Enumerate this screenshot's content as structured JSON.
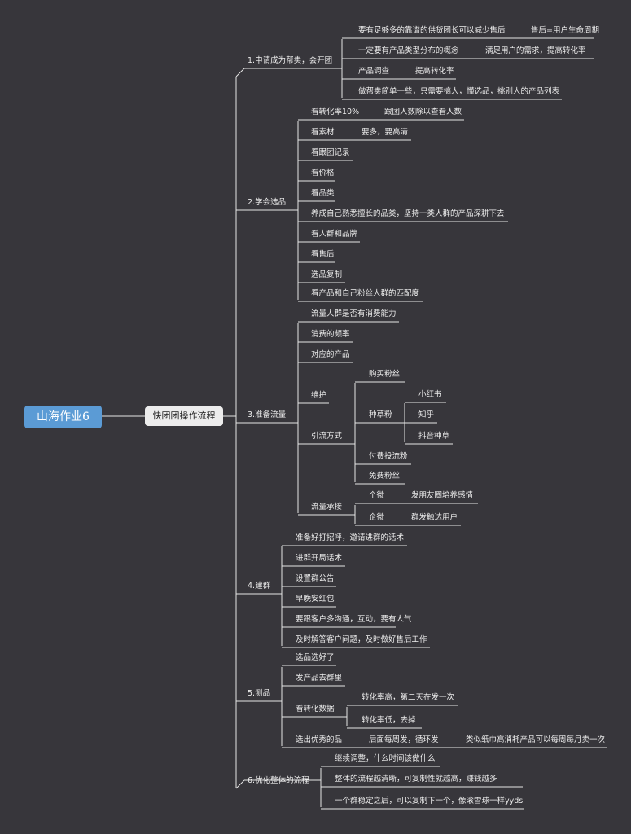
{
  "root": "山海作业6",
  "main": "快团团操作流程",
  "b1": {
    "label": "1.申请成为帮卖，会开团",
    "c1": "要有足够多的靠谱的供货团长可以减少售后",
    "c1a": "售后=用户生命周期",
    "c2": "一定要有产品类型分布的概念",
    "c2a": "满足用户的需求，提高转化率",
    "c3": "产品调查",
    "c3a": "提高转化率",
    "c4": "做帮卖简单一些，只需要搞人，懂选品，挑别人的产品列表"
  },
  "b2": {
    "label": "2.学会选品",
    "c1": "看转化率10%",
    "c1a": "跟团人数除以查看人数",
    "c2": "看素材",
    "c2a": "要多，要高清",
    "c3": "看跟团记录",
    "c4": "看价格",
    "c5": "看品类",
    "c6": "养成自己熟悉擅长的品类，坚持一类人群的产品深耕下去",
    "c7": "看人群和品牌",
    "c8": "看售后",
    "c9": "选品复制",
    "c10": "看产品和自己粉丝人群的匹配度"
  },
  "b3": {
    "label": "3.准备流量",
    "c1": "流量人群是否有消费能力",
    "c2": "消费的频率",
    "c3": "对应的产品",
    "c4": "维护",
    "c5": "引流方式",
    "c5a": "购买粉丝",
    "c5b": "种草粉",
    "c5b1": "小红书",
    "c5b2": "知乎",
    "c5b3": "抖音种草",
    "c5c": "付费投流粉",
    "c5d": "免费粉丝",
    "c6": "流量承接",
    "c6a": "个微",
    "c6a1": "发朋友圈培养感情",
    "c6b": "企微",
    "c6b1": "群发触达用户"
  },
  "b4": {
    "label": "4.建群",
    "c1": "准备好打招呼，邀请进群的话术",
    "c2": "进群开局话术",
    "c3": "设置群公告",
    "c4": "早晚安红包",
    "c5": "要跟客户多沟通，互动，要有人气",
    "c6": "及时解答客户问题，及时做好售后工作"
  },
  "b5": {
    "label": "5.测品",
    "c1": "选品选好了",
    "c2": "发产品去群里",
    "c3": "看转化数据",
    "c3a": "转化率高，第二天在发一次",
    "c3b": "转化率低，去掉",
    "c4": "选出优秀的品",
    "c4a": "后面每周发，循环发",
    "c4a1": "类似纸巾高消耗产品可以每周每月卖一次"
  },
  "b6": {
    "label": "6.优化整体的流程",
    "c1": "继续调整，什么时间该做什么",
    "c2": "整体的流程越清晰，可复制性就越高，赚钱越多",
    "c3": "一个群稳定之后，可以复制下一个，像滚雪球一样yyds"
  },
  "colors": {
    "background": "#37363b",
    "root": "#5b9bd5",
    "line": "#e6e6e6"
  }
}
